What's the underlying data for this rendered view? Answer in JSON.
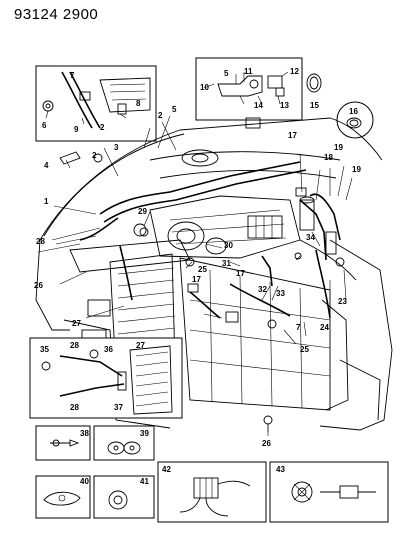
{
  "header": {
    "code": "93124  2900"
  },
  "callouts": {
    "c1": "1",
    "c2": "2",
    "c3": "3",
    "c4": "4",
    "c5": "5",
    "c5b": "5",
    "c6": "6",
    "c7": "7",
    "c7b": "7",
    "c8": "8",
    "c9": "9",
    "c10": "10",
    "c11": "11",
    "c12": "12",
    "c13": "13",
    "c14": "14",
    "c15": "15",
    "c16": "16",
    "c17": "17",
    "c17b": "17",
    "c17c": "17",
    "c18": "18",
    "c19": "19",
    "c19b": "19",
    "c23": "23",
    "c24": "24",
    "c25": "25",
    "c25b": "25",
    "c26": "26",
    "c26b": "26",
    "c27": "27",
    "c27b": "27",
    "c28": "28",
    "c28b": "28",
    "c28c": "28",
    "c29": "29",
    "c30": "30",
    "c31": "31",
    "c32": "32",
    "c33": "33",
    "c34": "34",
    "c35": "35",
    "c36": "36",
    "c37": "37",
    "c38": "38",
    "c39": "39",
    "c40": "40",
    "c41": "41",
    "c42": "42",
    "c43": "43"
  }
}
